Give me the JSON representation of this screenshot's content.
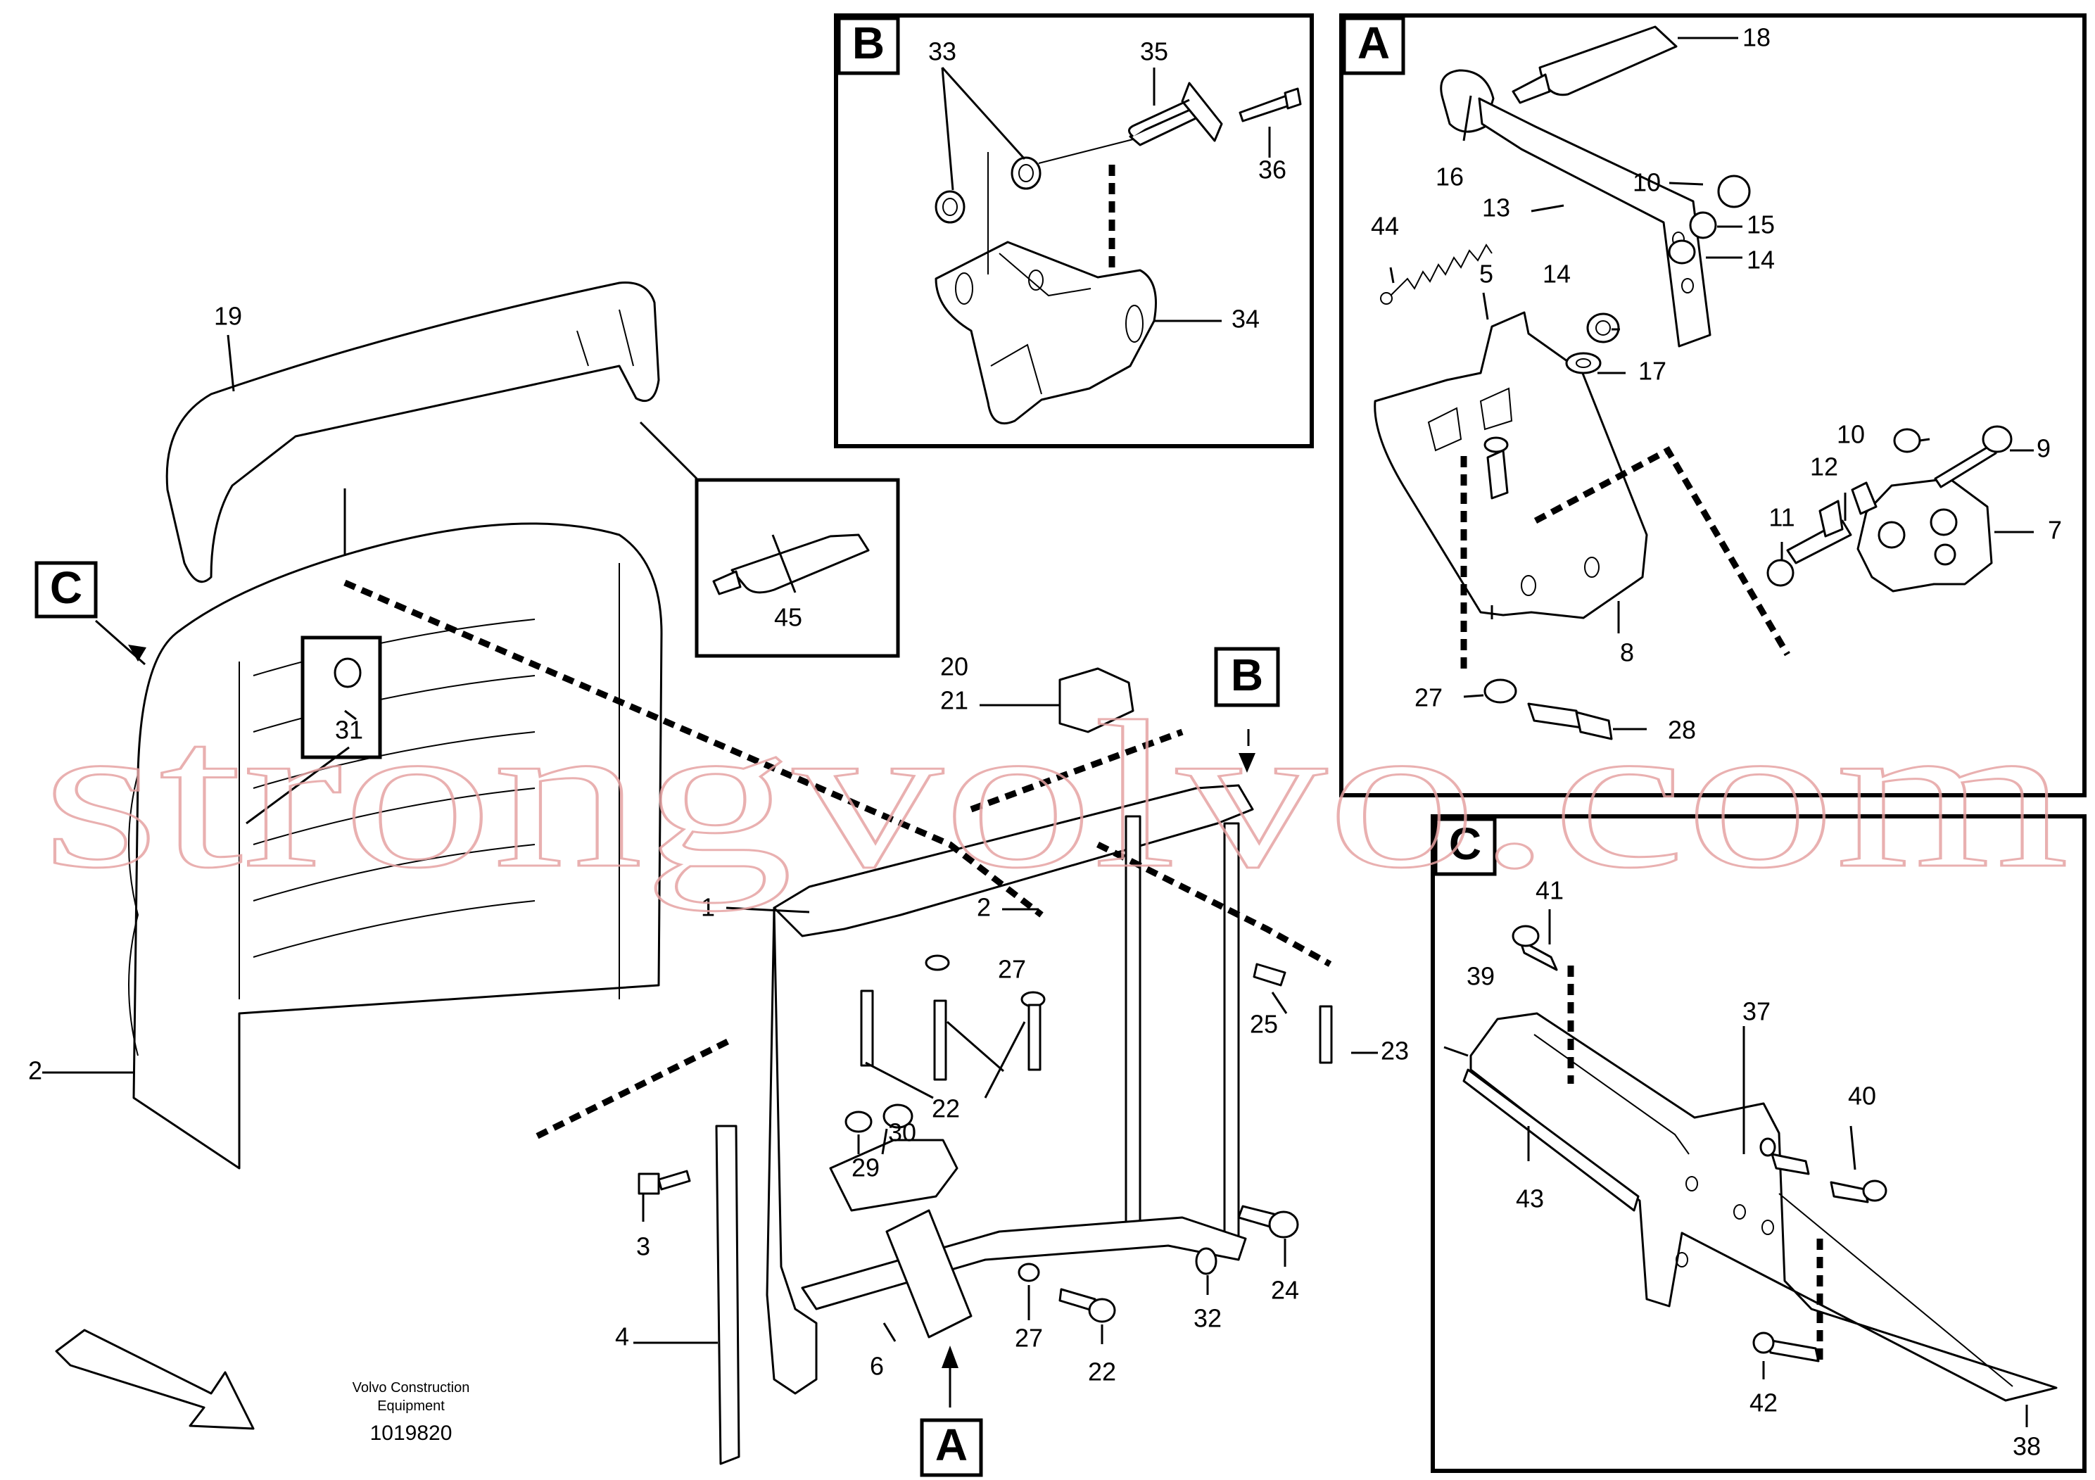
{
  "detail_letters": {
    "a": "A",
    "b": "B",
    "c": "C"
  },
  "part_numbers": {
    "p1": "1",
    "p2a": "2",
    "p2b": "2",
    "p3": "3",
    "p4": "4",
    "p6": "6",
    "p19": "19",
    "p20": "20",
    "p21": "21",
    "p22a": "22",
    "p22b": "22",
    "p23": "23",
    "p24": "24",
    "p25": "25",
    "p27a": "27",
    "p27b": "27",
    "p29": "29",
    "p30": "30",
    "p31": "31",
    "p32": "32",
    "p45": "45",
    "b33": "33",
    "b34": "34",
    "b35": "35",
    "b36": "36",
    "a5": "5",
    "a7": "7",
    "a8": "8",
    "a9": "9",
    "a10a": "10",
    "a10b": "10",
    "a11": "11",
    "a12": "12",
    "a13": "13",
    "a14a": "14",
    "a14b": "14",
    "a15": "15",
    "a16": "16",
    "a17": "17",
    "a18": "18",
    "a27": "27",
    "a28": "28",
    "a44": "44",
    "c37": "37",
    "c38": "38",
    "c39": "39",
    "c40": "40",
    "c41": "41",
    "c42": "42",
    "c43": "43"
  },
  "footer": {
    "line1": "Volvo Construction",
    "line2": "Equipment",
    "code": "1019820"
  },
  "watermark": "strongvolvo.com"
}
